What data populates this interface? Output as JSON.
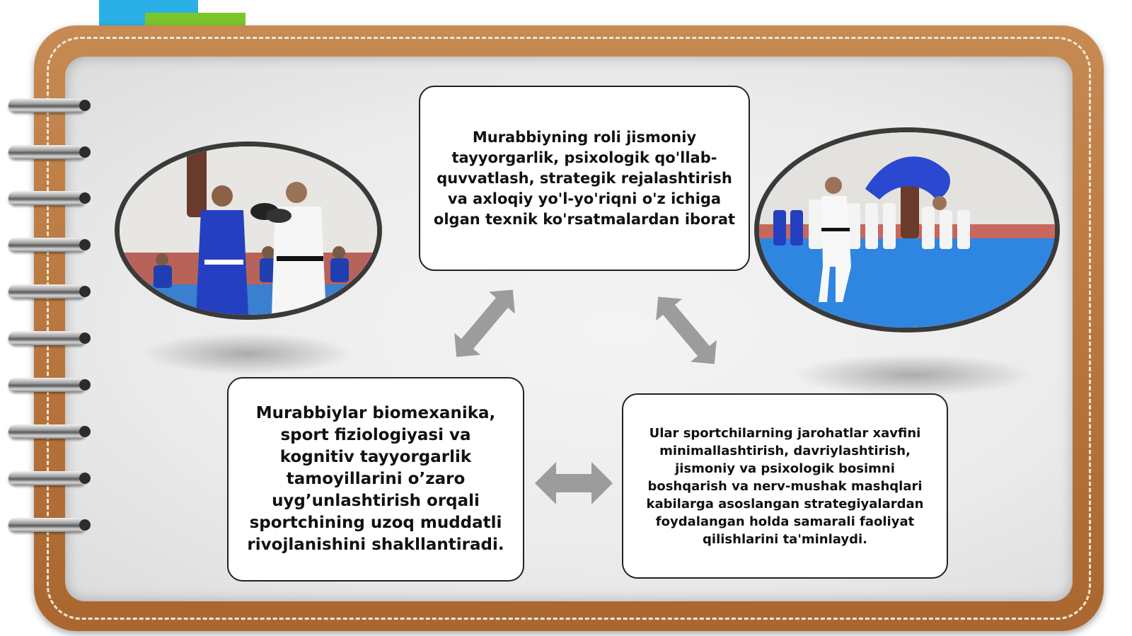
{
  "boxes": {
    "top": "Murabbiyning roli jismoniy tayyorgarlik, psixologik qo'llab-quvvatlash, strategik rejalashtirish va axloqiy yo'l-yo'riqni o'z ichiga olgan texnik ko'rsatmalardan iborat",
    "bottom_left": "Murabbiylar biomexanika, sport fiziologiyasi  va kognitiv tayyorgarlik tamoyillarini o’zaro uyg’unlashtirish orqali sportchining uzoq muddatli rivojlanishini shakllantiradi.",
    "bottom_right": "Ular sportchilarning jarohatlar xavfini minimallashtirish, davriylashtirish, jismoniy va psixologik bosimni boshqarish va nerv-mushak mashqlari kabilarga asoslangan strategiyalardan foydalangan holda samarali faoliyat qilishlarini ta'minlaydi."
  },
  "colors": {
    "leather": "#b9773f",
    "tab_cyan": "#2ab0e6",
    "tab_green": "#7cc62c",
    "tab_blue": "#3b6fd0",
    "tab_orange": "#f0a020",
    "tab_red": "#e02020",
    "arrow": "#9c9c9c"
  },
  "icons": [
    "spiral-ring-icon",
    "double-arrow-icon"
  ]
}
